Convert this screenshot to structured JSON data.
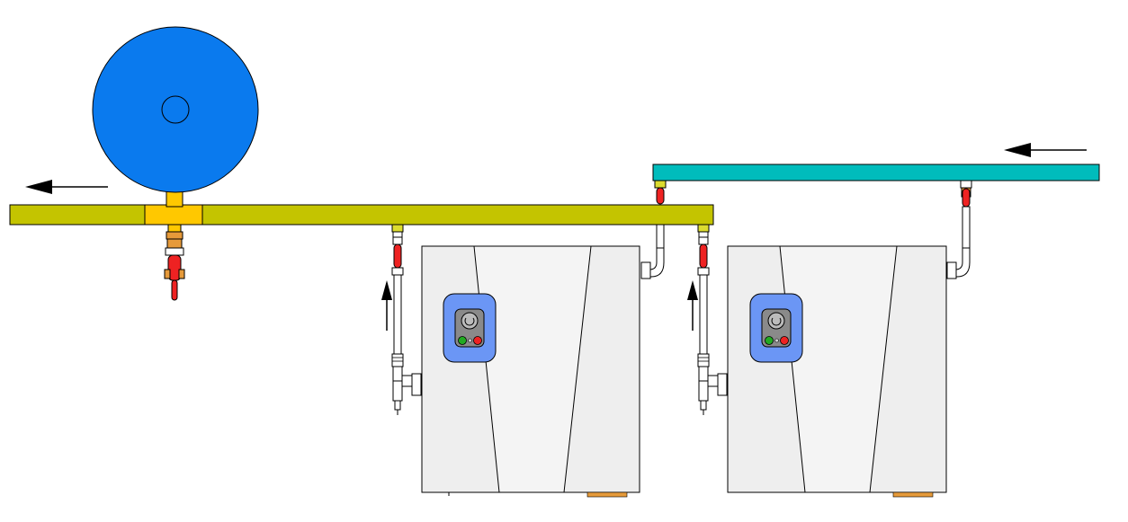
{
  "diagram": {
    "components": {
      "expansion_tank": "expansion-tank",
      "return_pipe": "return-pipe",
      "supply_pipe": "supply-pipe",
      "boiler_1": "boiler-unit-1",
      "boiler_2": "boiler-unit-2",
      "drain_valve": "drain-valve"
    },
    "flow": {
      "return_direction": "left",
      "supply_direction": "left",
      "boiler_inlet_direction": "up"
    },
    "colors": {
      "tank": "#0a7aee",
      "return_pipe": "#c4c400",
      "return_pipe_joint": "#ffc800",
      "supply_pipe": "#00bcbc",
      "valve_handle": "#ee2222",
      "boiler_body": "#eeeeee",
      "control_panel": "#6b96f5",
      "indicator_green": "#22aa22",
      "indicator_red": "#ee2222"
    }
  }
}
